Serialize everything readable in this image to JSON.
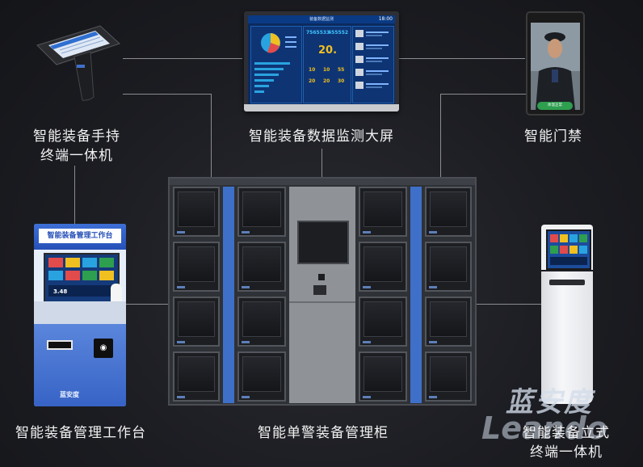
{
  "labels": {
    "handheld_line1": "智能装备手持",
    "handheld_line2": "终端一体机",
    "monitor": "智能装备数据监测大屏",
    "access": "智能门禁",
    "workstation": "智能装备管理工作台",
    "cabinet": "智能单警装备管理柜",
    "kiosk_line1": "智能装备立式",
    "kiosk_line2": "终端一体机"
  },
  "monitor_screen": {
    "title": "装备数据监测",
    "time": "18:00",
    "count_a": "7565533",
    "count_b": "455552",
    "big_value": "20.",
    "nums": [
      "10",
      "10",
      "55",
      "20",
      "20",
      "30"
    ]
  },
  "face_terminal": {
    "pass_text": "体温正常"
  },
  "workstation_screen": {
    "title": "智能装备管理工作台",
    "reading": "3.48",
    "brand": "蓝安度"
  },
  "watermark": {
    "cn": "蓝安度",
    "en": "Leando"
  },
  "colors": {
    "background": "#1b1c21",
    "accent_blue": "#3f70c9",
    "cabinet_gray": "#8f9297",
    "line_gray": "#8a8c92"
  }
}
